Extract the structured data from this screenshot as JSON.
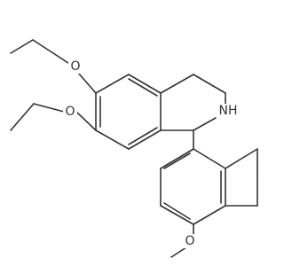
{
  "molecule": {
    "atoms": {
      "o1": "O",
      "o2": "O",
      "n1": "NH",
      "o3": "O"
    }
  }
}
